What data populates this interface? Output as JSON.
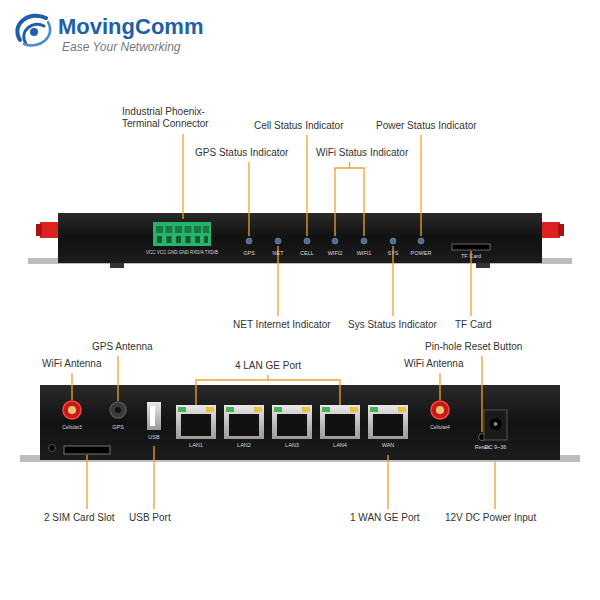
{
  "diagram": {
    "labels": [
      "MovingComm",
      "Ease Your Networking",
      "Industrial Phoenix- Terminal Connector",
      "Cell Status Indicator",
      "Power Status Indicator",
      "GPS Status Indicator",
      "WiFi Status Indicator",
      "VCC VCC GND GND RXD/A TXD/B",
      "GPS",
      "NET",
      "CELL",
      "WIFI2",
      "WIFI1",
      "SYS",
      "POWER",
      "TF Card",
      "NET Internet Indicator",
      "Sys Status Indicator",
      "TF Card",
      "GPS Antenna",
      "WiFi Antenna",
      "4 LAN GE Port",
      "Pin-hole Reset Button",
      "WiFi Antenna",
      "Cellular3",
      "GPS",
      "USB",
      "LAN1",
      "LAN2",
      "LAN3",
      "LAN4",
      "WAN",
      "Cellular4",
      "Reset",
      "DC 9~36",
      "2 SIM Card Slot",
      "USB Port",
      "1 WAN GE Port",
      "12V DC Power Input"
    ]
  }
}
